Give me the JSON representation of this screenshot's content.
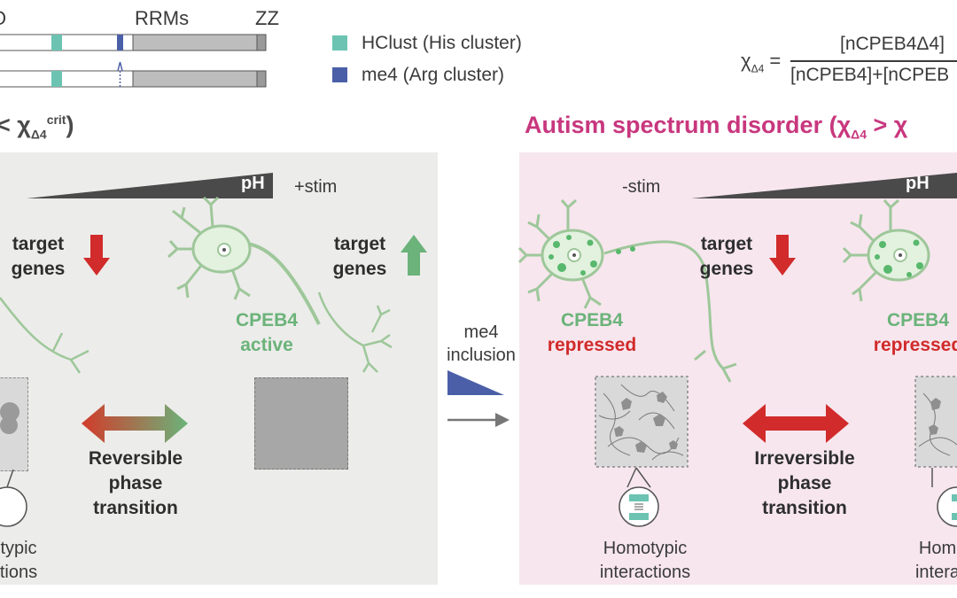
{
  "domain_header": {
    "label_o": "O",
    "label_rrms": "RRMs",
    "label_zz": "ZZ",
    "legend_hclust": "HClust (His cluster)",
    "legend_me4": "me4 (Arg cluster)"
  },
  "formula": {
    "lhs": "χ",
    "lhs_sub": "Δ4",
    "equals": "=",
    "numerator": "[nCPEB4Δ4]",
    "denominator": "[nCPEB4]+[nCPEB"
  },
  "left_panel": {
    "heading_prefix": "< ",
    "heading_chi": "χ",
    "heading_sub": "Δ4",
    "heading_sup": "crit",
    "heading_suffix": ")",
    "ph_label": "pH",
    "stim_label": "+stim",
    "target_genes_left": [
      "target",
      "genes"
    ],
    "target_genes_right": [
      "target",
      "genes"
    ],
    "cpeb4_state": [
      "CPEB4",
      "active"
    ],
    "transition": [
      "Reversible",
      "phase",
      "transition"
    ],
    "interactions": [
      "typic",
      "tions"
    ]
  },
  "middle": {
    "me4": "me4",
    "inclusion": "inclusion"
  },
  "right_panel": {
    "heading": "Autism spectrum disorder (χ",
    "heading_sub": "Δ4",
    "heading_suffix": " > χ",
    "ph_label": "pH",
    "stim_label": "-stim",
    "target_genes": [
      "target",
      "genes"
    ],
    "cpeb4_left": [
      "CPEB4",
      "repressed"
    ],
    "cpeb4_right": [
      "CPEB4",
      "repressed"
    ],
    "transition": [
      "Irreversible",
      "phase",
      "transition"
    ],
    "interactions_left": [
      "Homotypic",
      "interactions"
    ],
    "interactions_right": [
      "Hom",
      "intera"
    ]
  },
  "colors": {
    "hclust": "#6cc3b2",
    "me4": "#4b5fa8",
    "green": "#6bb37a",
    "red": "#d12b2b",
    "magenta": "#c8377e",
    "panel_left": "#ececea",
    "panel_right": "#f7e6ee",
    "neuron": "#e3f1df"
  }
}
